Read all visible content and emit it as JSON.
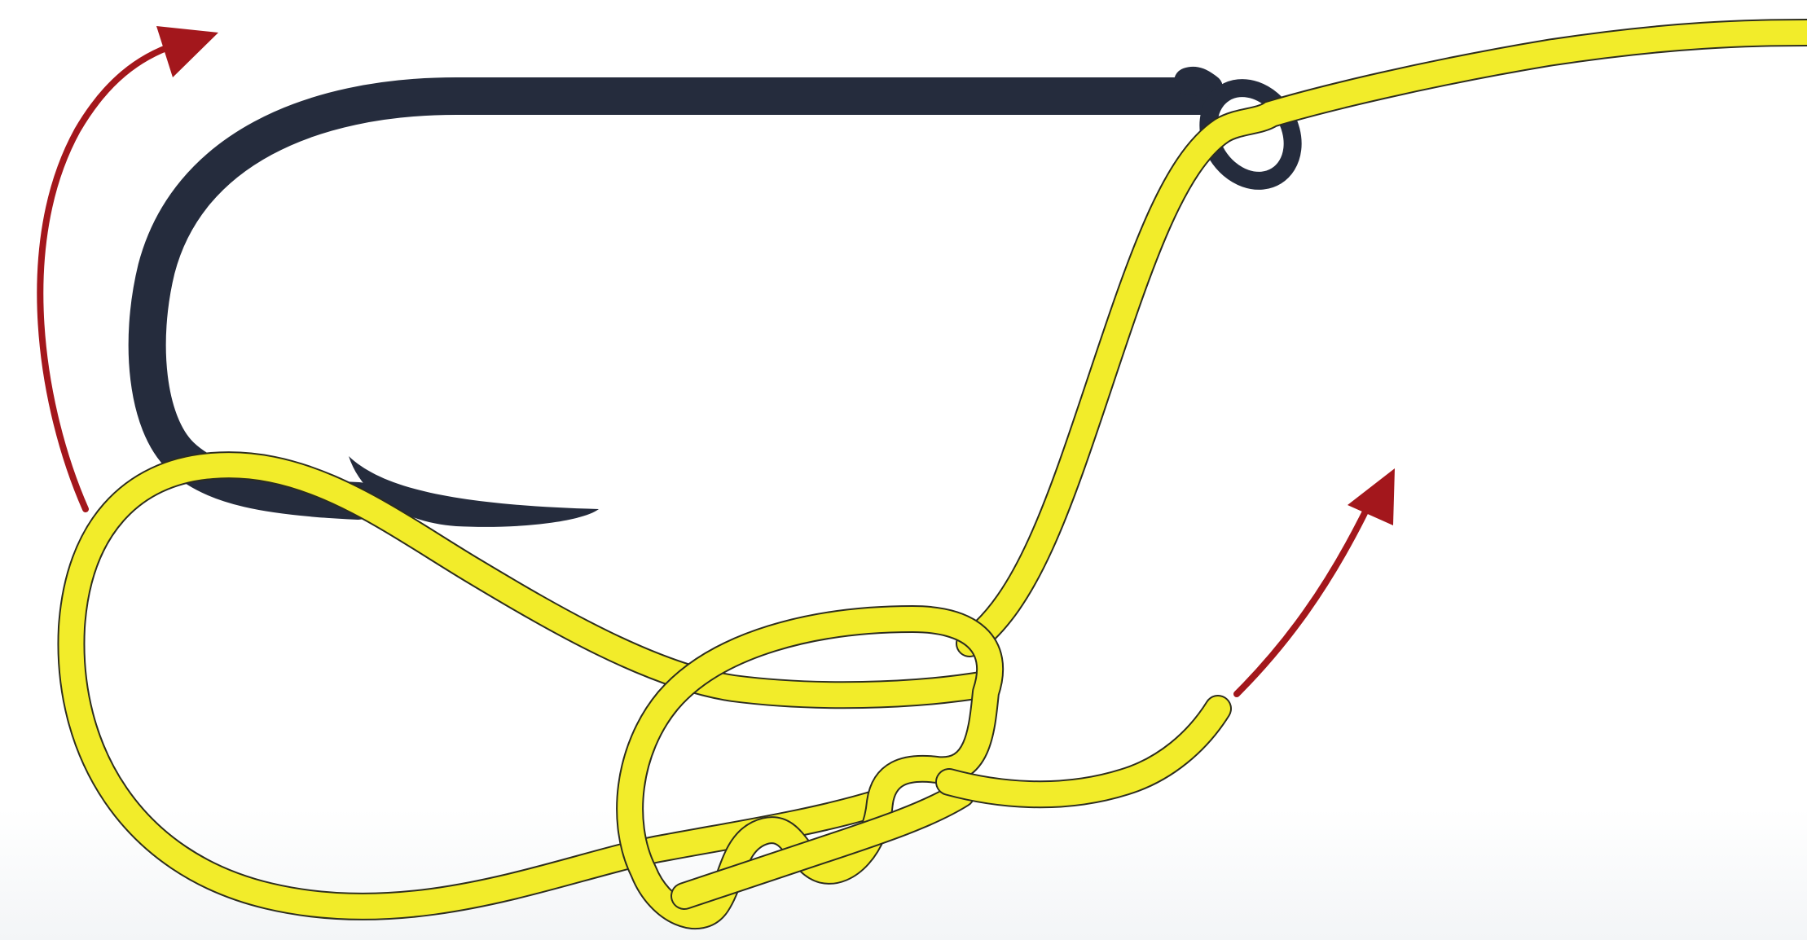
{
  "diagram": {
    "subject": "fishing-knot-tying-step",
    "text_labels": [],
    "colors": {
      "background": "#ffffff",
      "background_fade": "#f3f5f7",
      "hook": "#252c3d",
      "line_fill": "#f2ec2a",
      "line_outline": "#2d2d1e",
      "arrow": "#a3171c"
    },
    "elements": [
      {
        "name": "hook",
        "icon": "fishing-hook-icon"
      },
      {
        "name": "hook-eye",
        "icon": "hook-eye-icon"
      },
      {
        "name": "fishing-line",
        "icon": "fishing-line-icon"
      },
      {
        "name": "knot",
        "icon": "knot-icon"
      },
      {
        "name": "arrow-left",
        "icon": "curved-arrow-up-icon"
      },
      {
        "name": "arrow-right",
        "icon": "curved-arrow-up-right-icon"
      }
    ]
  }
}
